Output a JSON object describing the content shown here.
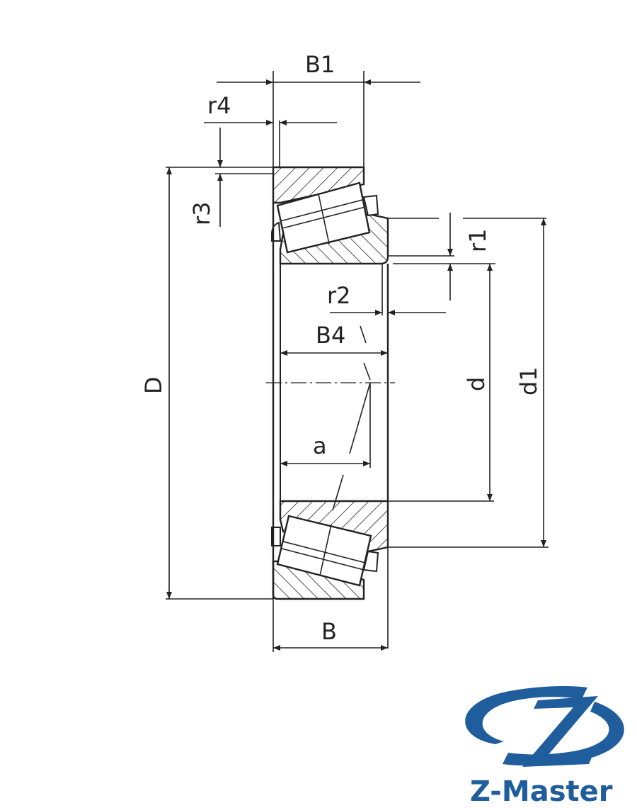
{
  "diagram": {
    "title": "Tapered roller bearing cross-section with dimensions",
    "line_color": "#222222",
    "labels": {
      "B1": "B1",
      "r4": "r4",
      "r3": "r3",
      "r1": "r1",
      "r2": "r2",
      "B4": "B4",
      "D": "D",
      "d": "d",
      "d1": "d1",
      "a": "a",
      "B": "B"
    }
  },
  "brand": {
    "name": "Z-Master",
    "color": "#1f5d9c"
  }
}
